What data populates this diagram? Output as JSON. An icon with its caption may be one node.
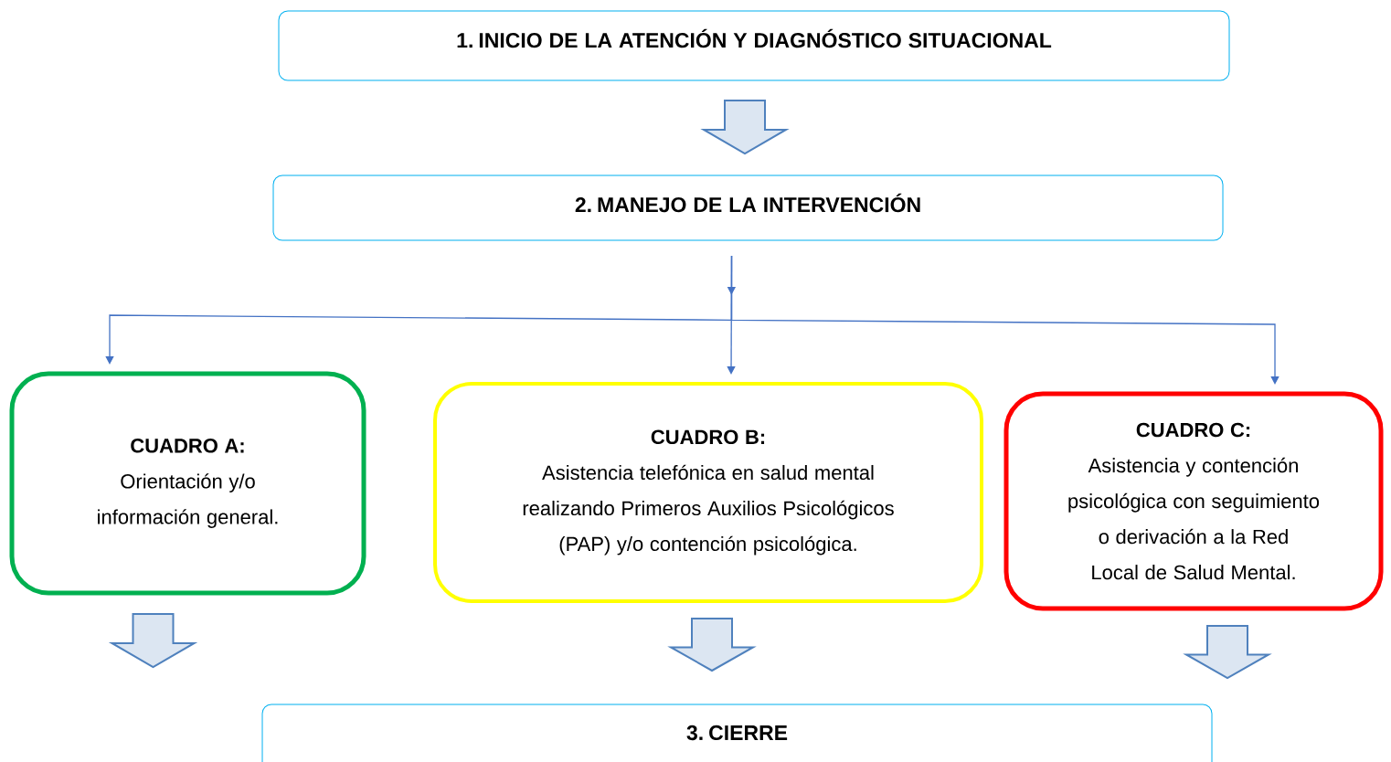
{
  "diagram": {
    "nodes": [
      {
        "text": [
          "1. INICIO DE LA ATENCIÓN Y DIAGNÓSTICO SITUACIONAL"
        ]
      },
      {
        "text": [
          "2. MANEJO DE LA INTERVENCIÓN"
        ]
      },
      {
        "text": [
          "CUADRO A:",
          "Orientación y/o información general."
        ]
      },
      {
        "text": [
          "CUADRO B:",
          "Asistencia telefónica en salud mental realizando Primeros Auxilios Psicológicos (PAP) y/o contención psicológica."
        ]
      },
      {
        "text": [
          "CUADRO C:",
          "Asistencia y contención psicológica con seguimiento o derivación a la Red Local de Salud Mental."
        ]
      },
      {
        "text": [
          "3. CIERRE"
        ]
      }
    ],
    "edges": [
      {
        "from": 0,
        "to": 1,
        "arrow": "to",
        "style": "thick"
      },
      {
        "from": 1,
        "to": 2,
        "arrow": "to"
      },
      {
        "from": 1,
        "to": 3,
        "arrow": "to"
      },
      {
        "from": 1,
        "to": 4,
        "arrow": "to"
      },
      {
        "from": 2,
        "to": 5,
        "arrow": "to",
        "style": "thick"
      },
      {
        "from": 3,
        "to": 5,
        "arrow": "to",
        "style": "thick"
      },
      {
        "from": 4,
        "to": 5,
        "arrow": "to",
        "style": "thick"
      }
    ]
  }
}
